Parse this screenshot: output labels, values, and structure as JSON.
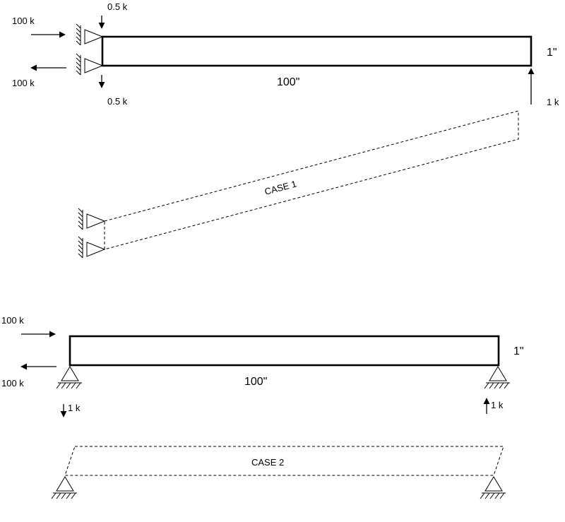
{
  "case1": {
    "label_left_top_force": "100 k",
    "label_left_bottom_force": "100 k",
    "label_top_shear": "0.5 k",
    "label_bottom_shear": "0.5 k",
    "label_length": "100\"",
    "label_depth": "1\"",
    "label_end_force": "1 k",
    "caption": "CASE 1"
  },
  "case2": {
    "label_left_top_force": "100 k",
    "label_left_bottom_force": "100 k",
    "label_length": "100\"",
    "label_depth": "1\"",
    "label_left_reaction": "1 k",
    "label_right_reaction": "1 k",
    "caption": "CASE 2"
  }
}
